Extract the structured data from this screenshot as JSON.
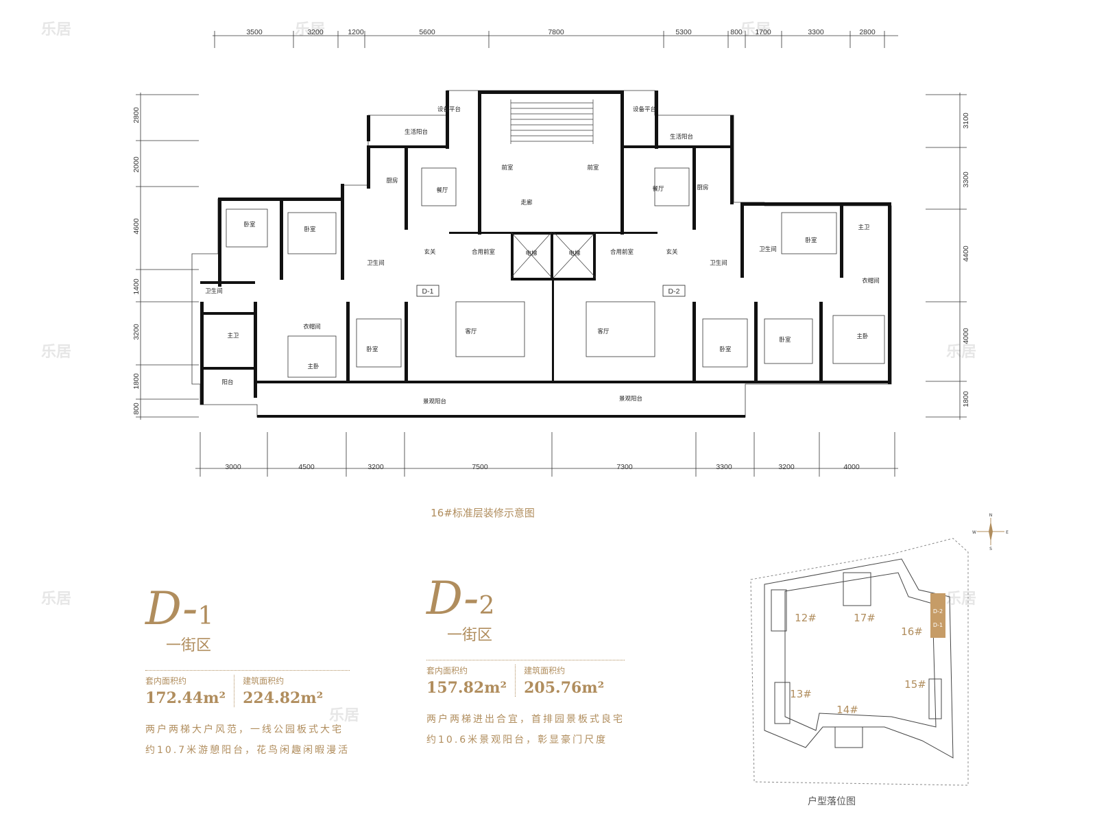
{
  "dims_top": [
    "3500",
    "3200",
    "1200",
    "5600",
    "7800",
    "5300",
    "800",
    "1700",
    "3300",
    "2800"
  ],
  "dims_bottom": [
    "3000",
    "4500",
    "3200",
    "7500",
    "7300",
    "3300",
    "3200",
    "4000"
  ],
  "dims_left": [
    "2800",
    "2000",
    "4600",
    "1400",
    "3200",
    "1800",
    "800"
  ],
  "dims_right": [
    "3100",
    "3300",
    "4400",
    "4000",
    "1800"
  ],
  "rooms": {
    "shebei1": "设备平台",
    "shebei2": "设备平台",
    "shenghuo1": "生活阳台",
    "shenghuo2": "生活阳台",
    "chufang1": "厨房",
    "chufang2": "厨房",
    "canting1": "餐厅",
    "canting2": "餐厅",
    "qianshi1": "前室",
    "qianshi2": "前室",
    "zoulang": "走廊",
    "dianti1": "电梯",
    "dianti2": "电梯",
    "heyong1": "合用前室",
    "heyong2": "合用前室",
    "xuanguan1": "玄关",
    "xuanguan2": "玄关",
    "woshi1": "卧室",
    "woshi2": "卧室",
    "woshi3": "卧室",
    "woshi4": "卧室",
    "woshi5": "卧室",
    "woshi6": "卧室",
    "wsj1": "卫生间",
    "wsj2": "卫生间",
    "wsj3": "卫生间",
    "wsj4": "卫生间",
    "zhuwei1": "主卫",
    "zhuwei2": "主卫",
    "yimaojian1": "衣帽间",
    "yimaojian2": "衣帽间",
    "zhuwo1": "主卧",
    "zhuwo2": "主卧",
    "keting1": "客厅",
    "keting2": "客厅",
    "yangtai": "阳台",
    "jingguan1": "景观阳台",
    "jingguan2": "景观阳台",
    "d1": "D-1",
    "d2": "D-2"
  },
  "caption": "16#标准层装修示意图",
  "d1": {
    "title": "D-",
    "num": "1",
    "district": "一街区",
    "inner_label": "套内面积约",
    "inner_value": "172.44m²",
    "gross_label": "建筑面积约",
    "gross_value": "224.82m²",
    "desc1": "两户两梯大户风范，一线公园板式大宅",
    "desc2": "约10.7米游憩阳台，花鸟闲趣闲暇漫活"
  },
  "d2": {
    "title": "D-",
    "num": "2",
    "district": "一街区",
    "inner_label": "套内面积约",
    "inner_value": "157.82m²",
    "gross_label": "建筑面积约",
    "gross_value": "205.76m²",
    "desc1": "两户两梯进出合宜，首排园景板式良宅",
    "desc2": "约10.6米景观阳台，彰显豪门尺度"
  },
  "site": {
    "b12": "12#",
    "b17": "17#",
    "b16": "16#",
    "b13": "13#",
    "b14": "14#",
    "b15": "15#",
    "ud2": "D-2",
    "ud1": "D-1",
    "caption": "户型落位图",
    "n": "N",
    "s": "S",
    "e": "E",
    "w": "W"
  },
  "watermark": "乐居",
  "colors": {
    "gold": "#b08d5d"
  }
}
